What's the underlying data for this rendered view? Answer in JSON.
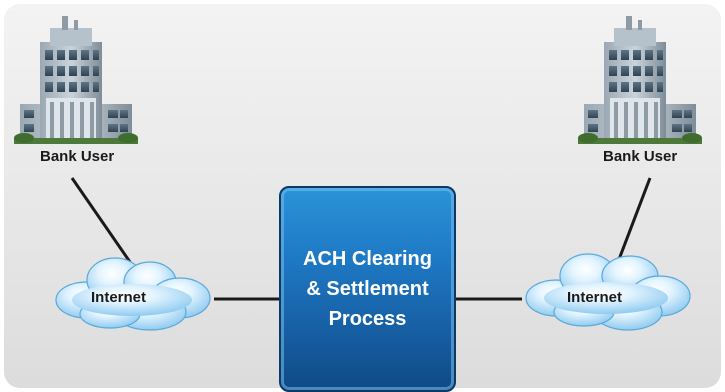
{
  "diagram": {
    "left_node": {
      "label": "Bank User",
      "icon": "bank-building-icon"
    },
    "right_node": {
      "label": "Bank User",
      "icon": "bank-building-icon"
    },
    "left_cloud": {
      "label": "Internet",
      "icon": "cloud-icon"
    },
    "right_cloud": {
      "label": "Internet",
      "icon": "cloud-icon"
    },
    "center_process": {
      "line1": "ACH Clearing",
      "line2": "& Settlement",
      "line3": "Process"
    }
  },
  "colors": {
    "process_box": "#1e79c4",
    "cloud": "#9fd3f5",
    "background": "#e7e7e7",
    "connector": "#1a1a1a"
  }
}
